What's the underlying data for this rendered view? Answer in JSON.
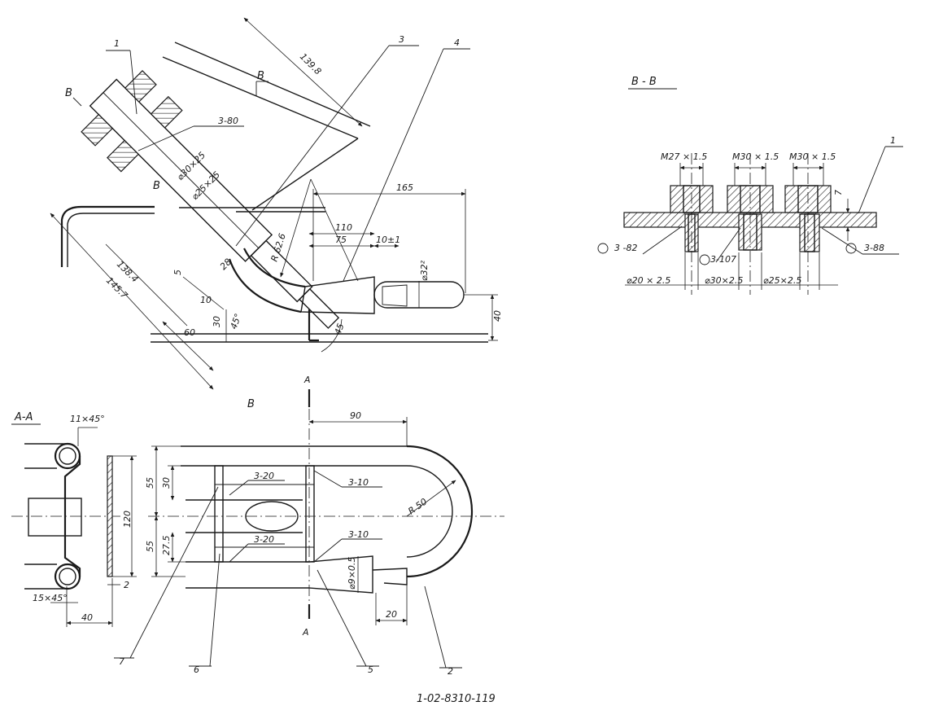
{
  "drawing_number": "1-02-8310-119",
  "callouts": {
    "c1": "1",
    "c2": "2",
    "c3": "3",
    "c4": "4",
    "c5": "5",
    "c6": "6",
    "c7": "7",
    "c1_bb": "1"
  },
  "section_marks": {
    "b_left": "B",
    "b_top": "B",
    "b_mid": "B",
    "b_view": "B",
    "a_top": "A",
    "a_bottom": "A"
  },
  "section_titles": {
    "bb": "B - B",
    "aa": "A-A"
  },
  "welds": {
    "w380": "3-80",
    "w10_top": "3-10",
    "w10_bottom": "3-10",
    "w20_top": "3-20",
    "w20_bottom": "3-20",
    "w82": "3 -82",
    "w107": "3-107",
    "w88": "3-88"
  },
  "dims_main": {
    "d1398": "139.8",
    "d165": "165",
    "d110": "110",
    "d75": "75",
    "d10": "10±1",
    "d32": "⌀32²",
    "d40": "40",
    "d45": "45",
    "r626": "R 62.6",
    "d30x25": "⌀30×25",
    "d25x25": "⌀25×25",
    "d28": "28",
    "d5": "5",
    "d10b": "10",
    "d30": "30",
    "d45deg": "45°",
    "d60": "60",
    "d1384": "138.4",
    "d1457": "145.7"
  },
  "dims_plan": {
    "d90": "90",
    "d55a": "55",
    "d55b": "55",
    "d30": "30",
    "d275": "27.5",
    "r50": "R 50",
    "d9x05": "⌀9×0.5",
    "d20": "20"
  },
  "dims_aa": {
    "d11x45": "11×45°",
    "d120": "120",
    "d2": "2",
    "d15x45": "15×45°",
    "d40": "40"
  },
  "dims_bb": {
    "m27": "M27 × 1.5",
    "m30a": "M30 × 1.5",
    "m30b": "M30 × 1.5",
    "d7": "7",
    "d20x25": "⌀20 × 2.5",
    "d30x25": "⌀30×2.5",
    "d25x25": "⌀25×2.5"
  }
}
